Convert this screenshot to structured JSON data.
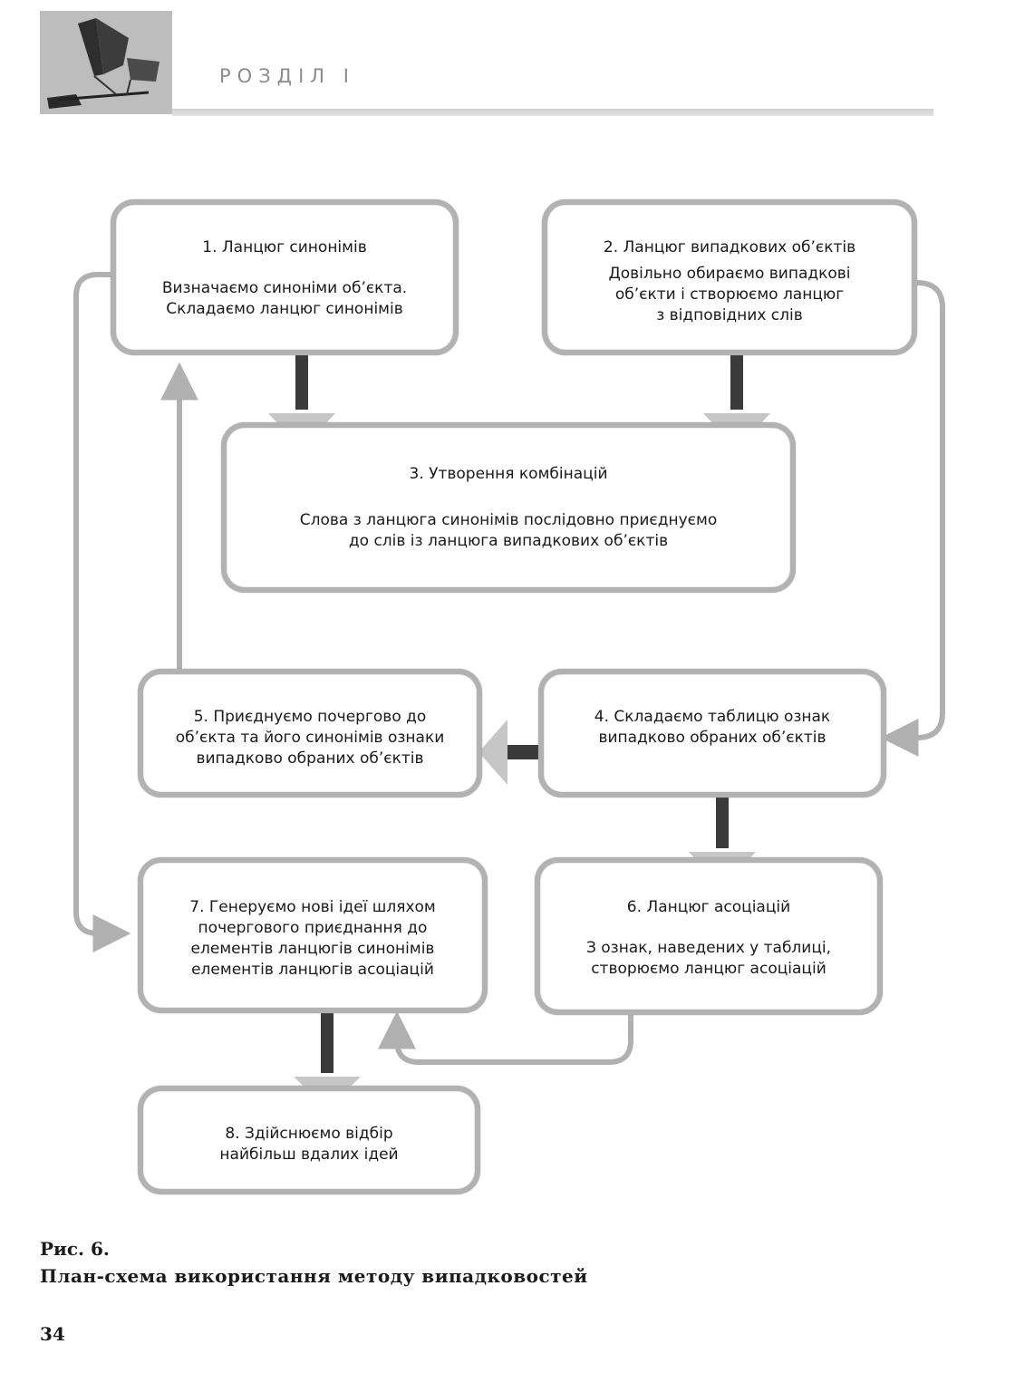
{
  "header": {
    "section_title": "РОЗДІЛ І"
  },
  "boxes": {
    "b1": {
      "title": "1. Ланцюг синонімів",
      "text1": "Визначаємо синоніми об’єкта.",
      "text2": "Складаємо ланцюг синонімів"
    },
    "b2": {
      "title": "2. Ланцюг випадкових об’єктів",
      "text1": "Довільно обираємо випадкові",
      "text2": "об’єкти і створюємо ланцюг",
      "text3": "з відповідних  слів"
    },
    "b3": {
      "title": "3. Утворення комбінацій",
      "text1": "Слова з ланцюга синонімів послідовно приєднуємо",
      "text2": "до слів із ланцюга випадкових об’єктів"
    },
    "b4": {
      "text1": "4. Складаємо таблицю ознак",
      "text2": "випадково обраних об’єктів"
    },
    "b5": {
      "text1": "5. Приєднуємо почергово до",
      "text2": "об’єкта та його синонімів ознаки",
      "text3": "випадково обраних об’єктів"
    },
    "b6": {
      "title": "6. Ланцюг асоціацій",
      "text1": "З ознак, наведених у таблиці,",
      "text2": "створюємо ланцюг асоціацій"
    },
    "b7": {
      "text1": "7. Генеруємо нові ідеї шляхом",
      "text2": "почергового приєднання до",
      "text3": "елементів ланцюгів синонімів",
      "text4": "елементів ланцюгів асоціацій"
    },
    "b8": {
      "text1": "8. Здійснюємо відбір",
      "text2": "найбільш вдалих ідей"
    }
  },
  "caption": {
    "figure": "Рис. 6.",
    "text": "План-схема  використання методу випадковостей"
  },
  "page_number": "34"
}
